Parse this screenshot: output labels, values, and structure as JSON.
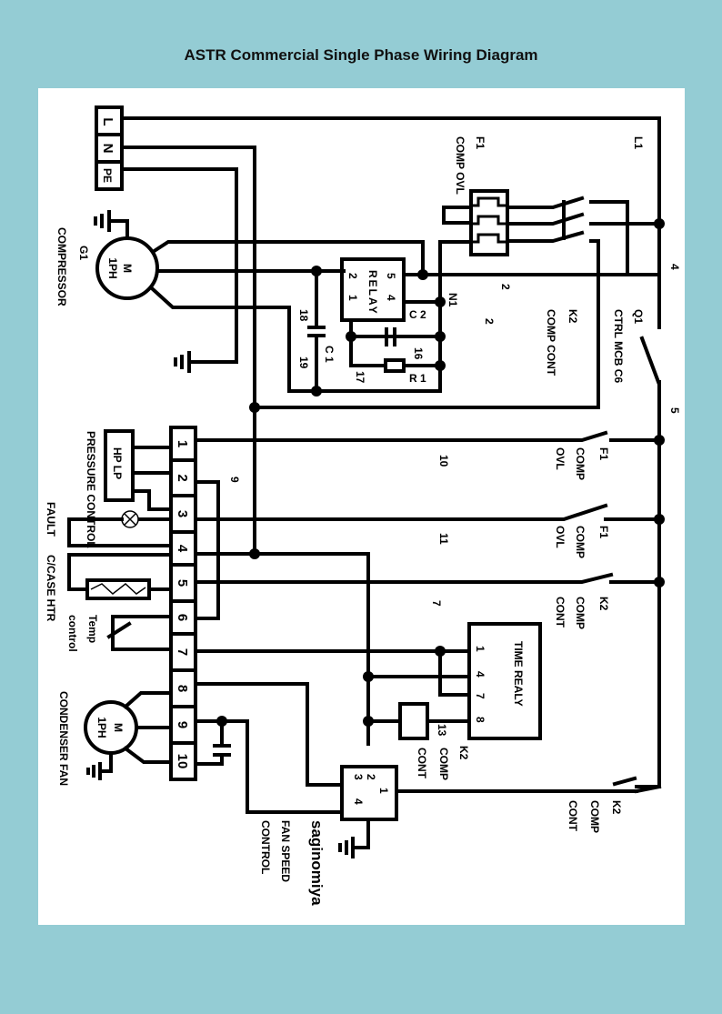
{
  "title": "ASTR Commercial Single Phase Wiring Diagram",
  "colors": {
    "background": "#94ccd4",
    "sheet": "#ffffff",
    "ink": "#000000"
  },
  "supply_terminals": [
    "L",
    "N",
    "PE"
  ],
  "terminal_strip": [
    "1",
    "2",
    "3",
    "4",
    "5",
    "6",
    "7",
    "8",
    "9",
    "10"
  ],
  "components": {
    "compressor": {
      "id": "G1",
      "name": "COMPRESSOR",
      "motor": "M",
      "phase": "1PH"
    },
    "condenser_fan": {
      "name": "CONDENSER FAN",
      "motor": "M",
      "phase": "1PH"
    },
    "start_relay": {
      "name": "RELAY",
      "pins": [
        "5",
        "4",
        "2",
        "1"
      ]
    },
    "overload": {
      "id": "F1",
      "name": "COMP OVL"
    },
    "contactor": {
      "id": "K2",
      "name": "COMP CONT"
    },
    "mcb": {
      "id": "Q1",
      "name": "CTRL MCB C6"
    },
    "capacitor_run": {
      "id": "C 1"
    },
    "capacitor_start": {
      "id": "C 2"
    },
    "resistor": {
      "id": "R 1"
    },
    "node": {
      "id": "N1"
    },
    "pressure_control": {
      "box": "HP LP",
      "name": "PRESSURE CONTROL"
    },
    "fault_lamp": {
      "name": "FAULT"
    },
    "crankcase_heater": {
      "name": "C/CASE HTR"
    },
    "temp_control": {
      "line1": "Temp",
      "line2": "control"
    },
    "time_relay": {
      "name": "TIME REALY",
      "pins": [
        "1",
        "4",
        "7",
        "8"
      ]
    },
    "fan_speed_control": {
      "brand": "saginomiya",
      "line1": "FAN SPEED",
      "line2": "CONTROL",
      "pins": [
        "2",
        "3",
        "1",
        "4"
      ]
    }
  },
  "contacts": [
    {
      "id": "F1",
      "line1": "COMP",
      "line2": "OVL",
      "wire": "10"
    },
    {
      "id": "F1",
      "line1": "COMP",
      "line2": "OVL",
      "wire": "11"
    },
    {
      "id": "K2",
      "line1": "COMP",
      "line2": "CONT",
      "wire": "7"
    },
    {
      "id": "K2",
      "line1": "COMP",
      "line2": "CONT"
    }
  ],
  "wire_numbers": {
    "L1": "L1",
    "w4": "4",
    "w5": "5",
    "w2a": "2",
    "w2b": "2",
    "w9": "9",
    "w13": "13",
    "w16": "16",
    "w17": "17",
    "w18": "18",
    "w19": "19"
  }
}
